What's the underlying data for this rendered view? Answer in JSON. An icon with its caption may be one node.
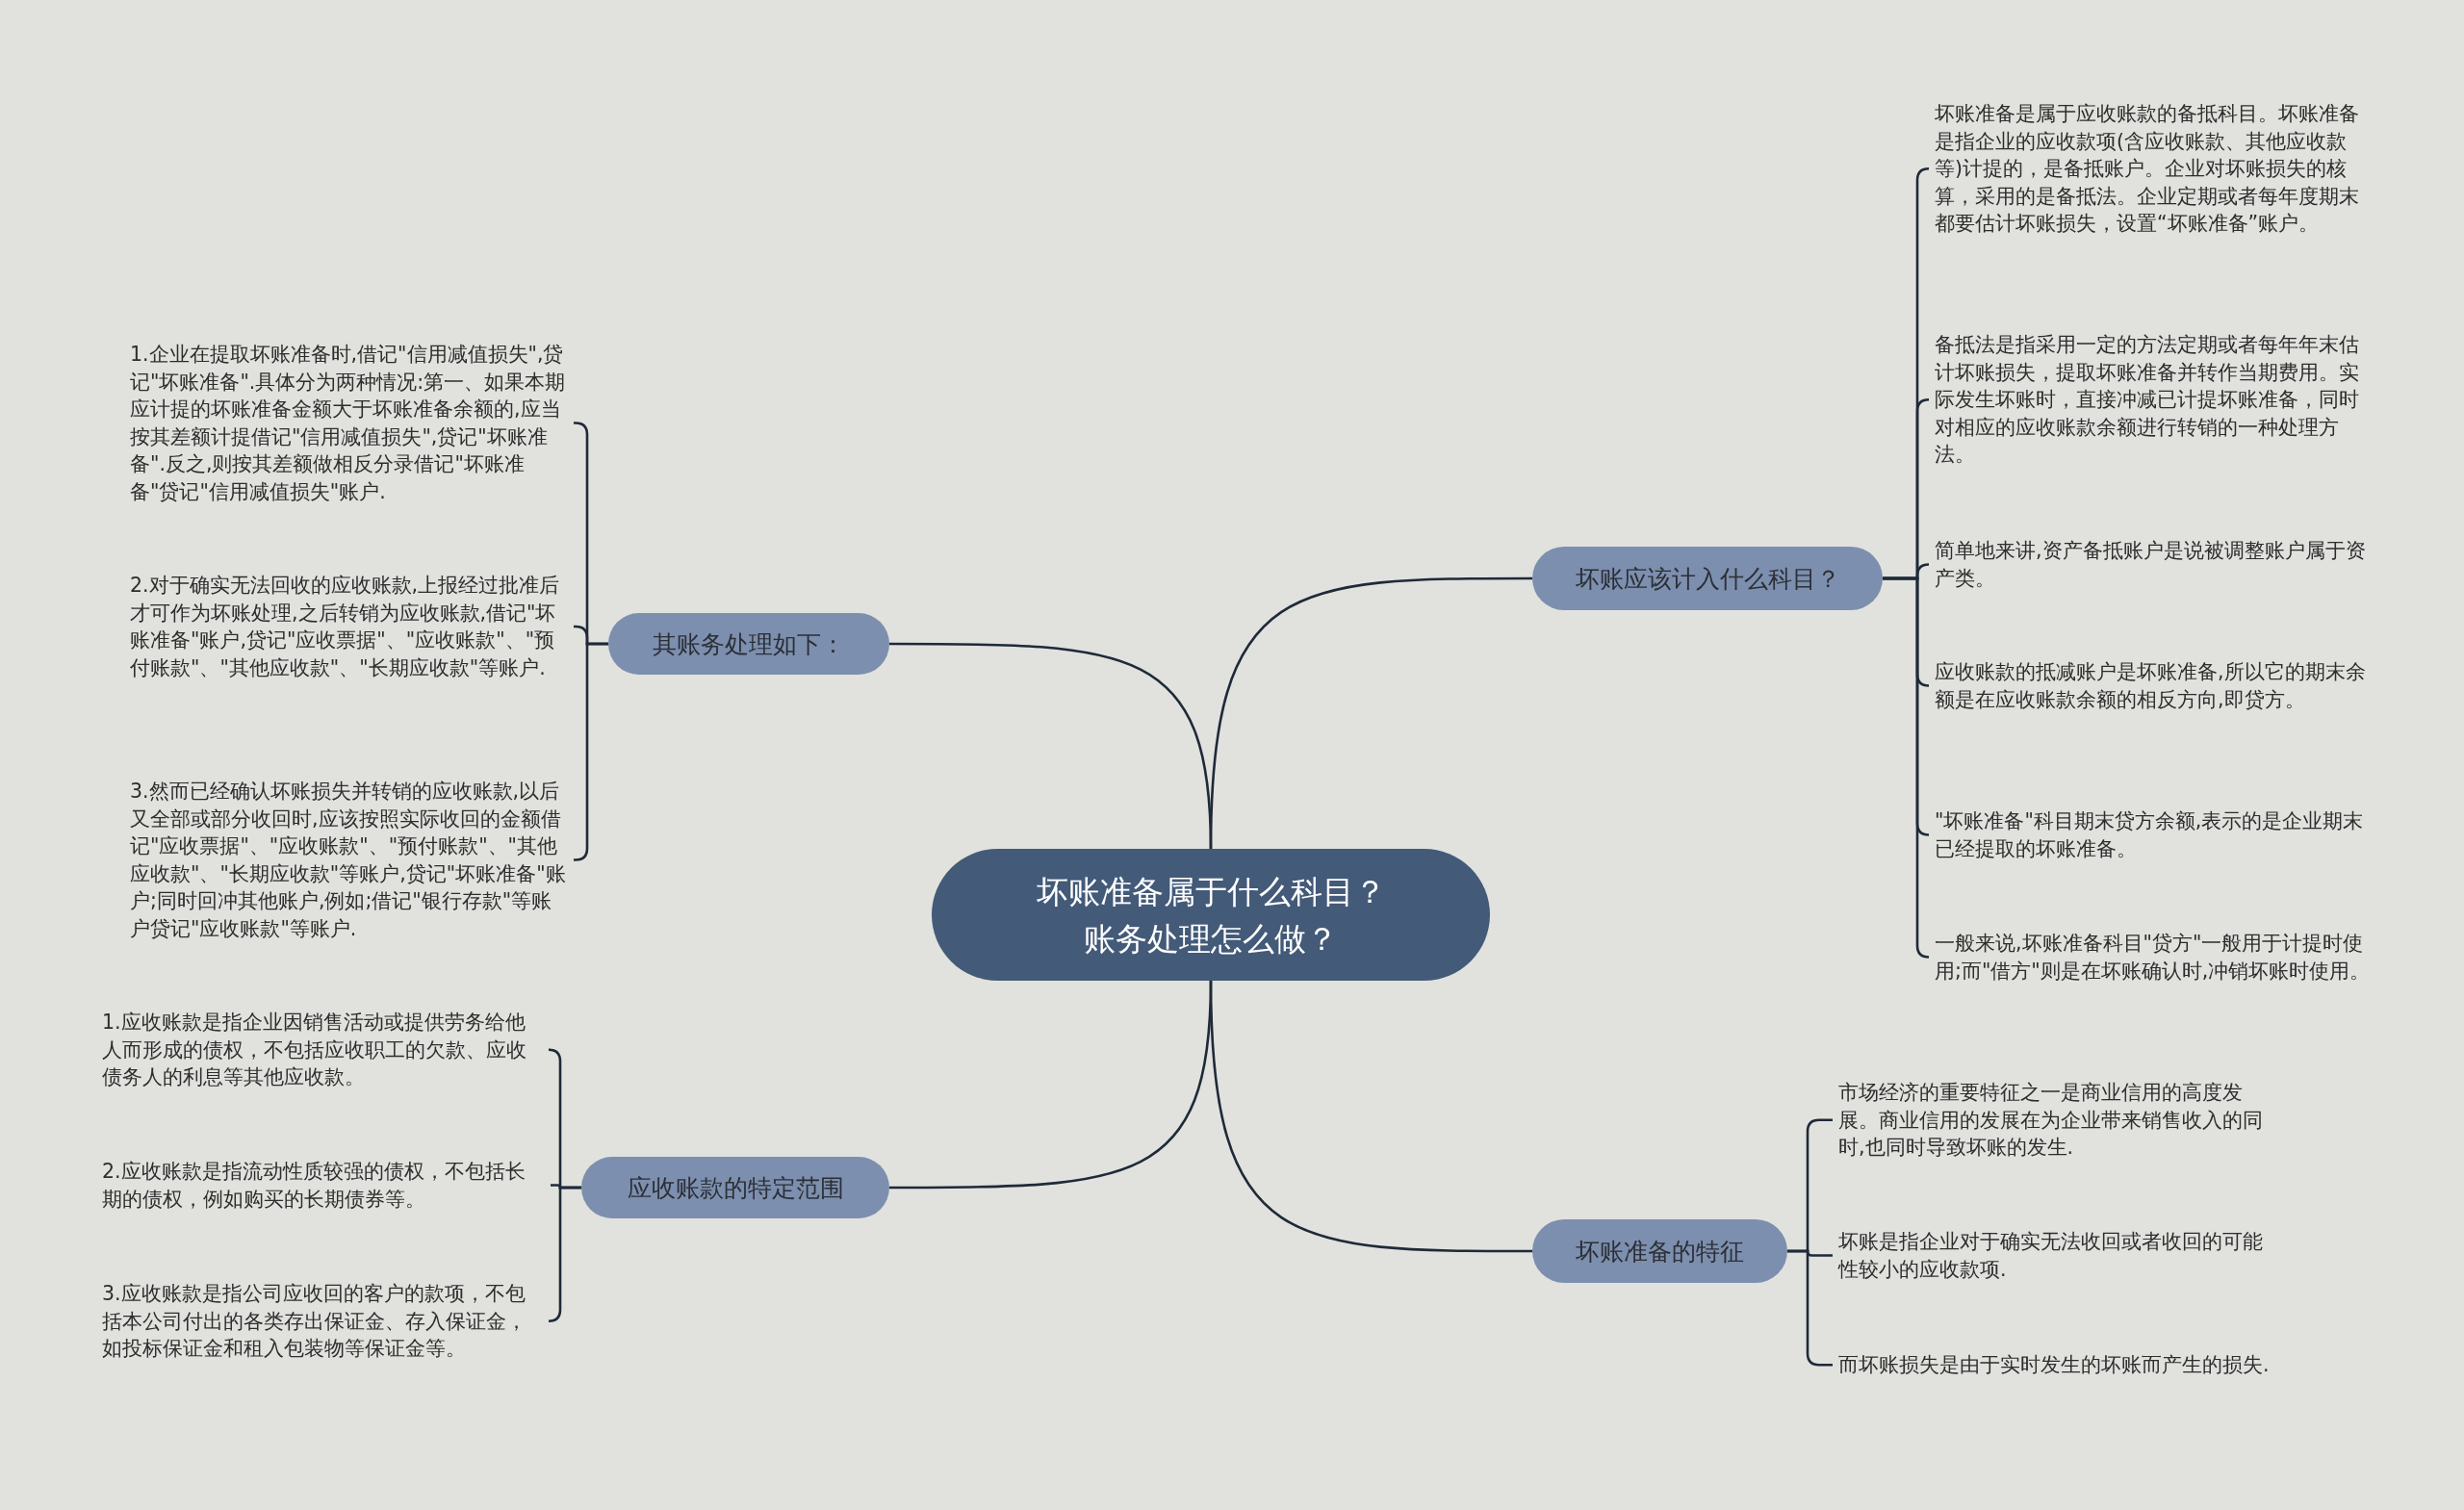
{
  "diagram": {
    "nodes": [
      {
        "text": [
          "坏账准备属于什么科目？账务处理怎么做？"
        ]
      },
      {
        "text": [
          "坏账应该计入什么科目？"
        ]
      },
      {
        "text": [
          "坏账准备是属于应收账款的备抵科目。坏账准备是指企业的应收款项(含应收账款、其他应收款等)计提的，是备抵账户。企业对坏账损失的核算，采用的是备抵法。企业定期或者每年度期末都要估计坏账损失，设置“坏账准备”账户。"
        ]
      },
      {
        "text": [
          "备抵法是指采用一定的方法定期或者每年年末估计坏账损失，提取坏账准备并转作当期费用。实际发生坏账时，直接冲减已计提坏账准备，同时对相应的应收账款余额进行转销的一种处理方法。"
        ]
      },
      {
        "text": [
          "简单地来讲,资产备抵账户是说被调整账户属于资产类。"
        ]
      },
      {
        "text": [
          "应收账款的抵减账户是坏账准备,所以它的期末余额是在应收账款余额的相反方向,即贷方。"
        ]
      },
      {
        "text": [
          "\"坏账准备\"科目期末贷方余额,表示的是企业期末已经提取的坏账准备。"
        ]
      },
      {
        "text": [
          "一般来说,坏账准备科目\"贷方\"一般用于计提时使用;而\"借方\"则是在坏账确认时,冲销坏账时使用。"
        ]
      },
      {
        "text": [
          "坏账准备的特征"
        ]
      },
      {
        "text": [
          "市场经济的重要特征之一是商业信用的高度发展。商业信用的发展在为企业带来销售收入的同时,也同时导致坏账的发生."
        ]
      },
      {
        "text": [
          "坏账是指企业对于确实无法收回或者收回的可能性较小的应收款项."
        ]
      },
      {
        "text": [
          "而坏账损失是由于实时发生的坏账而产生的损失."
        ]
      },
      {
        "text": [
          "其账务处理如下："
        ]
      },
      {
        "text": [
          "1.企业在提取坏账准备时,借记\"信用减值损失\",贷记\"坏账准备\".具体分为两种情况:第一、如果本期应计提的坏账准备金额大于坏账准备余额的,应当按其差额计提借记\"信用减值损失\",贷记\"坏账准备\".反之,则按其差额做相反分录借记\"坏账准备\"贷记\"信用减值损失\"账户."
        ]
      },
      {
        "text": [
          "2.对于确实无法回收的应收账款,上报经过批准后才可作为坏账处理,之后转销为应收账款,借记\"坏账准备\"账户,贷记\"应收票据\"、\"应收账款\"、\"预付账款\"、\"其他应收款\"、\"长期应收款\"等账户."
        ]
      },
      {
        "text": [
          "3.然而已经确认坏账损失并转销的应收账款,以后又全部或部分收回时,应该按照实际收回的金额借记\"应收票据\"、\"应收账款\"、\"预付账款\"、\"其他应收款\"、\"长期应收款\"等账户,贷记\"坏账准备\"账户;同时回冲其他账户,例如;借记\"银行存款\"等账户贷记\"应收账款\"等账户."
        ]
      },
      {
        "text": [
          "应收账款的特定范围"
        ]
      },
      {
        "text": [
          "1.应收账款是指企业因销售活动或提供劳务给他人而形成的债权，不包括应收职工的欠款、应收债务人的利息等其他应收款。"
        ]
      },
      {
        "text": [
          "2.应收账款是指流动性质较强的债权，不包括长期的债权，例如购买的长期债券等。"
        ]
      },
      {
        "text": [
          "3.应收账款是指公司应收回的客户的款项，不包括本公司付出的各类存出保证金、存入保证金，如投标保证金和租入包装物等保证金等。"
        ]
      }
    ],
    "edges": [
      {
        "from": 0,
        "to": 1,
        "arrow": "none"
      },
      {
        "from": 1,
        "to": 2,
        "arrow": "none"
      },
      {
        "from": 1,
        "to": 3,
        "arrow": "none"
      },
      {
        "from": 1,
        "to": 4,
        "arrow": "none"
      },
      {
        "from": 1,
        "to": 5,
        "arrow": "none"
      },
      {
        "from": 1,
        "to": 6,
        "arrow": "none"
      },
      {
        "from": 1,
        "to": 7,
        "arrow": "none"
      },
      {
        "from": 0,
        "to": 8,
        "arrow": "none"
      },
      {
        "from": 8,
        "to": 9,
        "arrow": "none"
      },
      {
        "from": 8,
        "to": 10,
        "arrow": "none"
      },
      {
        "from": 8,
        "to": 11,
        "arrow": "none"
      },
      {
        "from": 0,
        "to": 12,
        "arrow": "none"
      },
      {
        "from": 12,
        "to": 13,
        "arrow": "none"
      },
      {
        "from": 12,
        "to": 14,
        "arrow": "none"
      },
      {
        "from": 12,
        "to": 15,
        "arrow": "none"
      },
      {
        "from": 0,
        "to": 16,
        "arrow": "none"
      },
      {
        "from": 16,
        "to": 17,
        "arrow": "none"
      },
      {
        "from": 16,
        "to": 18,
        "arrow": "none"
      },
      {
        "from": 16,
        "to": 19,
        "arrow": "none"
      }
    ]
  }
}
